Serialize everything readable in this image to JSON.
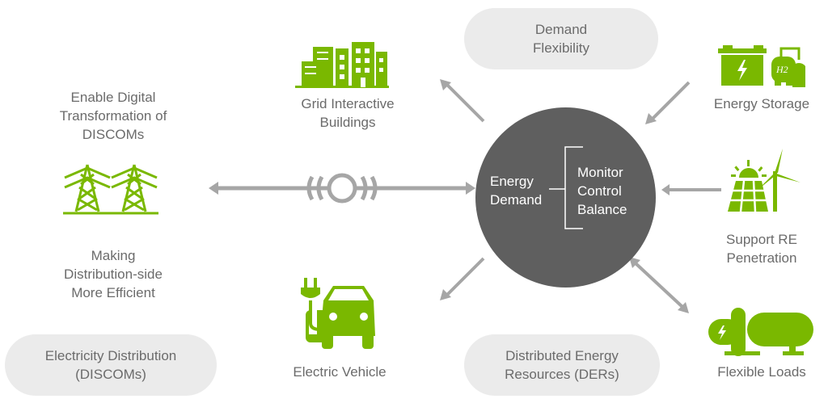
{
  "colors": {
    "accent_green": "#7ab800",
    "circle_fill": "#5f5f5f",
    "arrow_gray": "#a6a6a6",
    "pill_bg": "#ebebeb",
    "text_gray": "#6b6b6b"
  },
  "center": {
    "left_lines": [
      "Energy",
      "Demand"
    ],
    "right_lines": [
      "Monitor",
      "Control",
      "Balance"
    ]
  },
  "pills": {
    "demand_flexibility": [
      "Demand",
      "Flexibility"
    ],
    "electricity_distribution": [
      "Electricity Distribution",
      "(DISCOMs)"
    ],
    "ders": [
      "Distributed Energy",
      "Resources (DERs)"
    ]
  },
  "left_panel": {
    "top_text": [
      "Enable Digital",
      "Transformation of",
      "DISCOMs"
    ],
    "bottom_text": [
      "Making",
      "Distribution-side",
      "More Efficient"
    ],
    "icon": "transmission-tower-icon"
  },
  "nodes": [
    {
      "id": "grid-buildings",
      "icon": "buildings-icon",
      "lines": [
        "Grid Interactive",
        "Buildings"
      ]
    },
    {
      "id": "energy-storage",
      "icon": "battery-hydrogen-icon",
      "lines": [
        "Energy Storage"
      ],
      "icon_text": "H2"
    },
    {
      "id": "re-penetration",
      "icon": "solar-wind-icon",
      "lines": [
        "Support RE",
        "Penetration"
      ]
    },
    {
      "id": "flexible-loads",
      "icon": "tank-load-icon",
      "lines": [
        "Flexible Loads"
      ]
    },
    {
      "id": "electric-vehicle",
      "icon": "electric-car-icon",
      "lines": [
        "Electric Vehicle"
      ]
    }
  ]
}
